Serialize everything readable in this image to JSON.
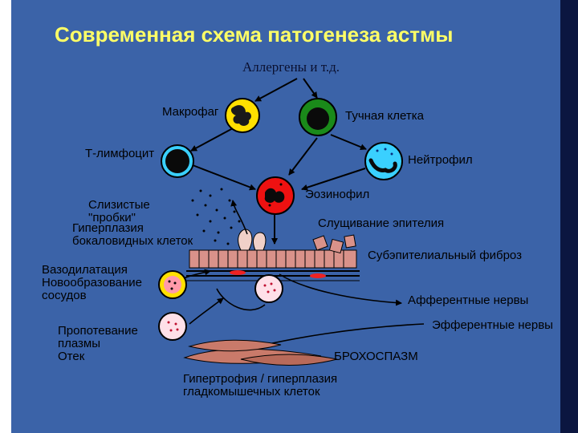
{
  "title": "Современная схема патогенеза астмы",
  "subtitle": "Аллергены и т.д.",
  "cells": {
    "macrophage": "Макрофаг",
    "mast_cell": "Тучная клетка",
    "t_lymphocyte": "Т-лимфоцит",
    "neutrophil": "Нейтрофил",
    "eosinophil": "Эозинофил"
  },
  "effects": {
    "mucus_plugs": "Слизистые\n\"пробки\"",
    "goblet_hyperplasia": "Гиперплазия\nбокаловидных клеток",
    "epithelial_shedding": "Слущивание эпителия",
    "subepithelial_fibrosis": "Субэпителиальный фиброз",
    "vasodilation": "Вазодилатация\nНовообразование\nсосудов",
    "afferent_nerves": "Афферентные нервы",
    "efferent_nerves": "Эфферентные нервы",
    "plasma_leak": "Пропотевание\nплазмы\nОтек",
    "bronchospasm": "БРОХОСПАЗМ",
    "smooth_muscle": "Гипертрофия / гиперплазия\nгладкомышечных клеток"
  },
  "colors": {
    "background": "#3b63a8",
    "title": "#ffff66",
    "macrophage": "#ffe000",
    "mast_cell": "#1a8a1a",
    "t_lymphocyte": "#3ad0ff",
    "neutrophil": "#3ad0ff",
    "eosinophil": "#ee1111",
    "epithelium": "#d9928a",
    "muscle": "#c97a6a"
  }
}
